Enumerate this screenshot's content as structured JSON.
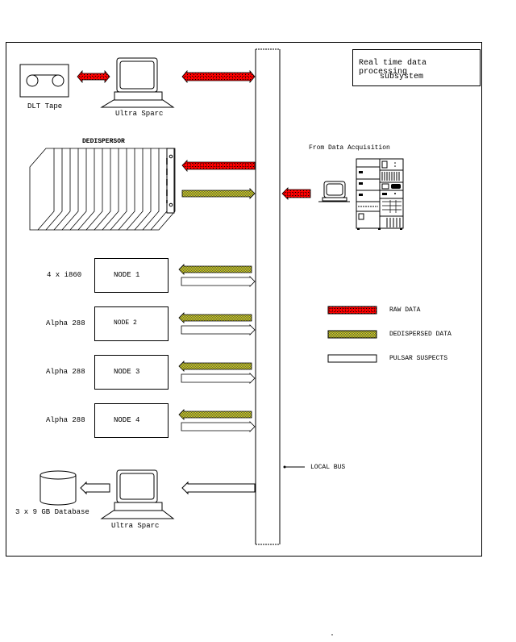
{
  "title_box": {
    "line1": "Real time data processing",
    "line2": "subsystem"
  },
  "components": {
    "tape": {
      "label": "DLT Tape",
      "icon": "tape-drive-icon"
    },
    "ultra_sparc_top": {
      "label": "Ultra Sparc",
      "icon": "workstation-icon"
    },
    "dedispersor": {
      "label": "DEDISPERSOR",
      "icon": "board-rack-icon"
    },
    "acquisition": {
      "label": "From Data Acquisition",
      "icon": "equipment-rack-icon"
    },
    "database": {
      "label": "3 x 9 GB Database",
      "icon": "database-cylinder-icon"
    },
    "ultra_sparc_bottom": {
      "label": "Ultra Sparc",
      "icon": "workstation-icon"
    },
    "local_bus": {
      "label": "LOCAL BUS"
    }
  },
  "nodes": [
    {
      "cpu": "4 x i860",
      "name": "NODE   1"
    },
    {
      "cpu": "Alpha 288",
      "name": "NODE   2"
    },
    {
      "cpu": "Alpha 288",
      "name": "NODE   3"
    },
    {
      "cpu": "Alpha 288",
      "name": "NODE   4"
    }
  ],
  "legend": [
    {
      "label": "RAW DATA",
      "type": "raw"
    },
    {
      "label": "DEDISPERSED DATA",
      "type": "dedispersed"
    },
    {
      "label": "PULSAR SUSPECTS",
      "type": "suspects"
    }
  ],
  "colors": {
    "raw_data": "#ff0000",
    "dedispersed_data": "#d8d800",
    "pulsar_suspects": "#ffffff",
    "line": "#000000"
  }
}
